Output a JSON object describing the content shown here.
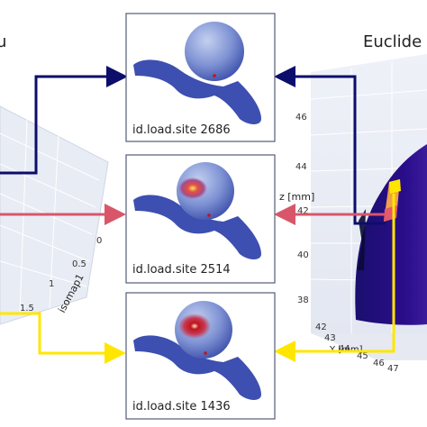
{
  "left_plot": {
    "title_fragment": "u",
    "axis_label": "isomap1",
    "ticks": [
      "0",
      "0.5",
      "1",
      "1.5"
    ]
  },
  "right_plot": {
    "title_fragment": "Euclide",
    "z_axis_label": "z [mm]",
    "y_axis_label": "Y [mm]",
    "z_ticks": [
      "46",
      "44",
      "42",
      "40",
      "38"
    ],
    "y_ticks": [
      "42",
      "43",
      "44",
      "45",
      "46",
      "47"
    ]
  },
  "panels": [
    {
      "label": "id.load.site 2686",
      "hotspot": "none",
      "arrow_color": "#0d0d6b"
    },
    {
      "label": "id.load.site 2514",
      "hotspot": "medium",
      "arrow_color": "#d9566a"
    },
    {
      "label": "id.load.site 1436",
      "hotspot": "strong",
      "arrow_color": "#ffe600"
    }
  ],
  "colors": {
    "surface_blue": "#3d4fb0",
    "sphere_light": "#8ea0d8",
    "navy_arrow": "#0d0d6b",
    "pink_arrow": "#d9566a",
    "yellow_arrow": "#ffe600"
  }
}
